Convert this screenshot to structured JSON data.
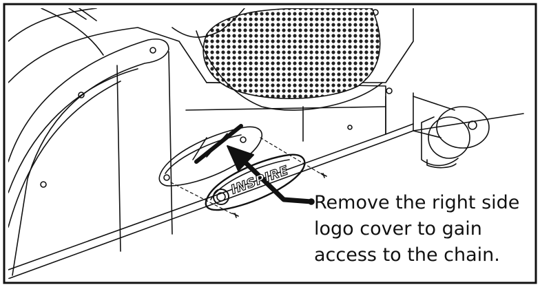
{
  "figure": {
    "caption_lines": [
      "Remove the right side",
      "logo cover to gain",
      "access to the chain."
    ],
    "logo_text": "INSPIRE"
  }
}
